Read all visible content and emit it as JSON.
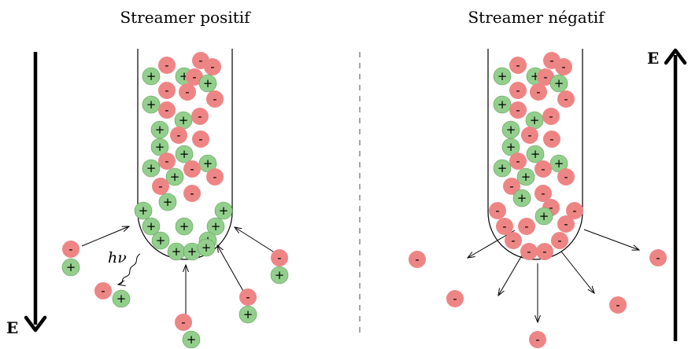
{
  "titles": {
    "positive": "Streamer positif",
    "negative": "Streamer négatif"
  },
  "field_label": "E",
  "photon_label": "hν",
  "charges": {
    "positive": "+",
    "negative": "-"
  },
  "colors": {
    "positive_fill": "#93cf8c",
    "negative_fill": "#ee8585",
    "stroke": "#000000",
    "divider": "#777777"
  },
  "icons": {
    "field_left": "arrow-down-icon",
    "field_right": "arrow-up-icon"
  }
}
